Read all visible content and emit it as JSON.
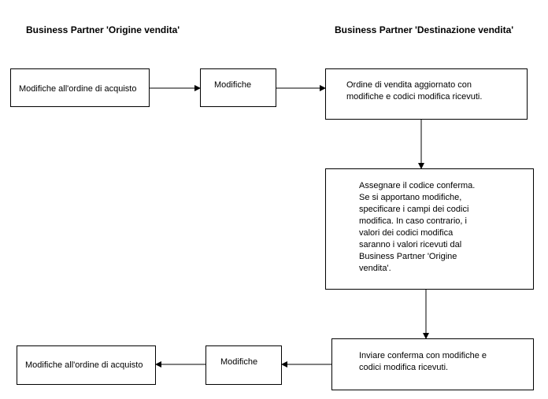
{
  "headings": {
    "origin": "Business Partner 'Origine vendita'",
    "destination": "Business Partner 'Destinazione vendita'"
  },
  "nodes": {
    "origin_po_changes": "Modifiche all'ordine di acquisto",
    "origin_changes": "Modifiche",
    "sales_order_updated": "Ordine di vendita aggiornato con\nmodifiche e codici modifica ricevuti.",
    "assign_confirmation_code": "Assegnare il codice conferma.\nSe si apportano modifiche,\nspecificare i campi dei codici\nmodifica. In caso contrario, i\nvalori dei codici modifica\nsaranno i valori ricevuti dal\nBusiness Partner 'Origine\nvendita'.",
    "send_confirmation": "Inviare conferma con modifiche e\ncodici modifica ricevuti.",
    "return_changes": "Modifiche",
    "return_po_changes": "Modifiche all'ordine di acquisto"
  },
  "colors": {
    "stroke": "#000000",
    "background": "#ffffff"
  }
}
